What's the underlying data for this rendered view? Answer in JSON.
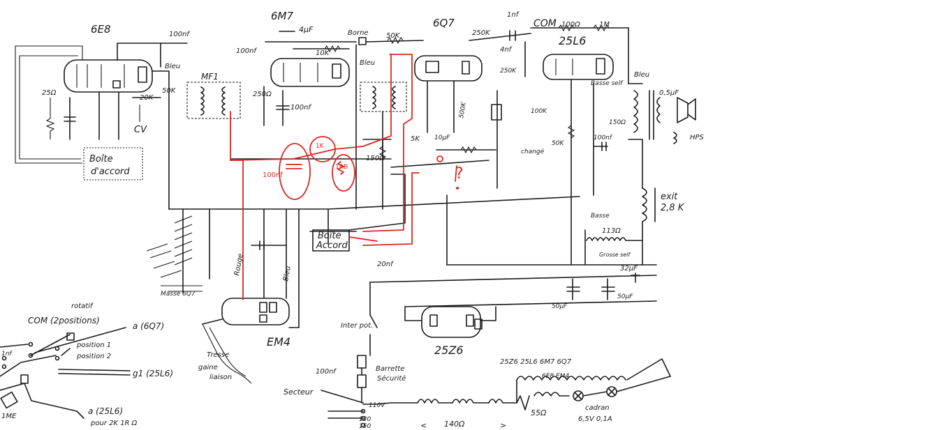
{
  "labels": {
    "tube_6e8": "6E8",
    "tube_6m7": "6M7",
    "tube_6q7": "6Q7",
    "tube_25l6": "25L6",
    "tube_em4": "EM4",
    "tube_25z6": "25Z6",
    "com": "COM",
    "mf1": "MF1",
    "cv": "CV",
    "boite_accord_1": "Boîte",
    "boite_accord_1b": "d'accord",
    "boite_accord_2": "Boîte",
    "boite_accord_2b": "Accord",
    "bleu_1": "Bleu",
    "bleu_2": "Bleu",
    "bleu_3": "Bleu",
    "bleu_4": "Bleu",
    "borne": "Borne",
    "r_50k_top": "50K",
    "r_10k": "10K",
    "r_250k": "250K",
    "c_1nf": "1nf",
    "c_4nf": "4nf",
    "r_1m": "1M",
    "r_100ohm": "100Ω",
    "c_100nf_6e8": "100nf",
    "c_4uf": "4µF",
    "c_100nf_6m7": "100nf",
    "r_250ohm": "250Ω",
    "c_100nf_b": "100nf",
    "r_25ohm": "25Ω",
    "r_20k": "20K",
    "r_50k_b": "50K",
    "r_250k_b": "250K",
    "r_500k": "500K",
    "r_100k": "100K",
    "r_5k": "5K",
    "c_10uf": "10µF",
    "r_50k_c": "50K",
    "c_100nf_c": "100nf",
    "r_150ohm": "150Ω",
    "c_0_5uf": "0,5µF",
    "hps": "HPS",
    "exit": "exit",
    "exit_val": "2,8 K",
    "basse": "Basse",
    "basse_self": "Basse self",
    "r_113": "113Ω",
    "grosse_self": "Grosse self",
    "c_32uf": "32µF",
    "c_50uf_a": "50µF",
    "c_50uf_b": "50µF",
    "c_20nf": "20nf",
    "red_100nf": "100nf",
    "red_1k": "1K",
    "red_150": "150Ω",
    "red_1rb": "1RB",
    "rouge": "Rouge",
    "masse_6q7": "Masse 6Q7",
    "tresse": "Tresse",
    "gaine": "gaine",
    "liaison": "liaison",
    "inter_pot": "Inter pot.",
    "barrette": "Barrette",
    "securite": "Sécurité",
    "secteur": "Secteur",
    "v110": "110V",
    "v130": "130",
    "v150": "150",
    "c_100nf_sect": "100nf",
    "r_140": "140Ω",
    "r_55": "55Ω",
    "chain": "25Z6 25L6 6M7 6Q7",
    "chain2": "6E8   EM4",
    "lamp": "cadran",
    "lamp_val": "6,5V 0,1A",
    "rotatif": "rotatif",
    "com_2pos": "COM (2positions)",
    "a_6q7": "a (6Q7)",
    "position1": "position 1",
    "position2": "position 2",
    "g1_25l6": "g1 (25L6)",
    "a_25l6": "a (25L6)",
    "pour": "pour 2K 1R Ω",
    "c_1nf_left": "1nf",
    "m_left": "1ME",
    "change": "changé",
    "exclaim": "?"
  }
}
